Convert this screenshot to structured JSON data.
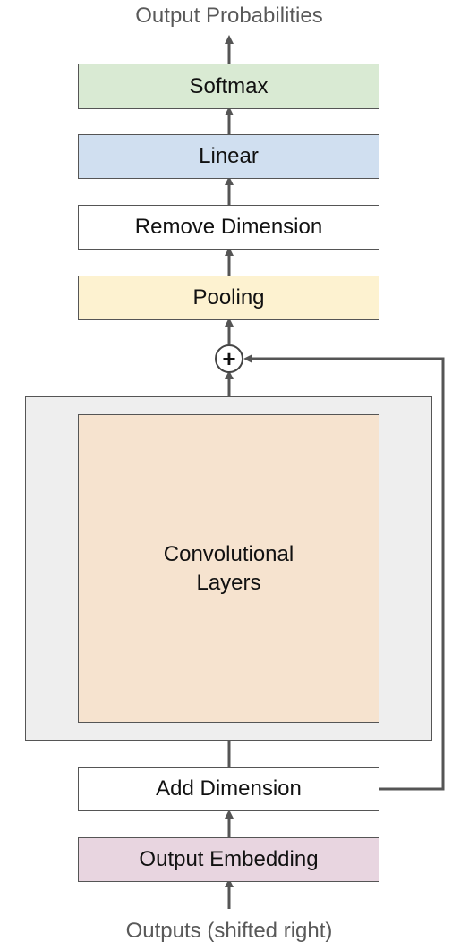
{
  "diagram": {
    "output_label": "Output Probabilities",
    "input_label": "Outputs (shifted right)",
    "blocks": {
      "softmax": {
        "label": "Softmax",
        "color": "#d9ead3"
      },
      "linear": {
        "label": "Linear",
        "color": "#d0dff0"
      },
      "remove_dimension": {
        "label": "Remove Dimension",
        "color": "#ffffff"
      },
      "pooling": {
        "label": "Pooling",
        "color": "#fdf2d0"
      },
      "conv_layers": {
        "label_line1": "Convolutional",
        "label_line2": "Layers",
        "color": "#f6e3cf"
      },
      "add_dimension": {
        "label": "Add Dimension",
        "color": "#ffffff"
      },
      "output_embedding": {
        "label": "Output Embedding",
        "color": "#e8d5e0"
      }
    },
    "add_node": {
      "symbol": "+"
    },
    "container_color": "#eeeeee",
    "line_color": "#555555"
  }
}
